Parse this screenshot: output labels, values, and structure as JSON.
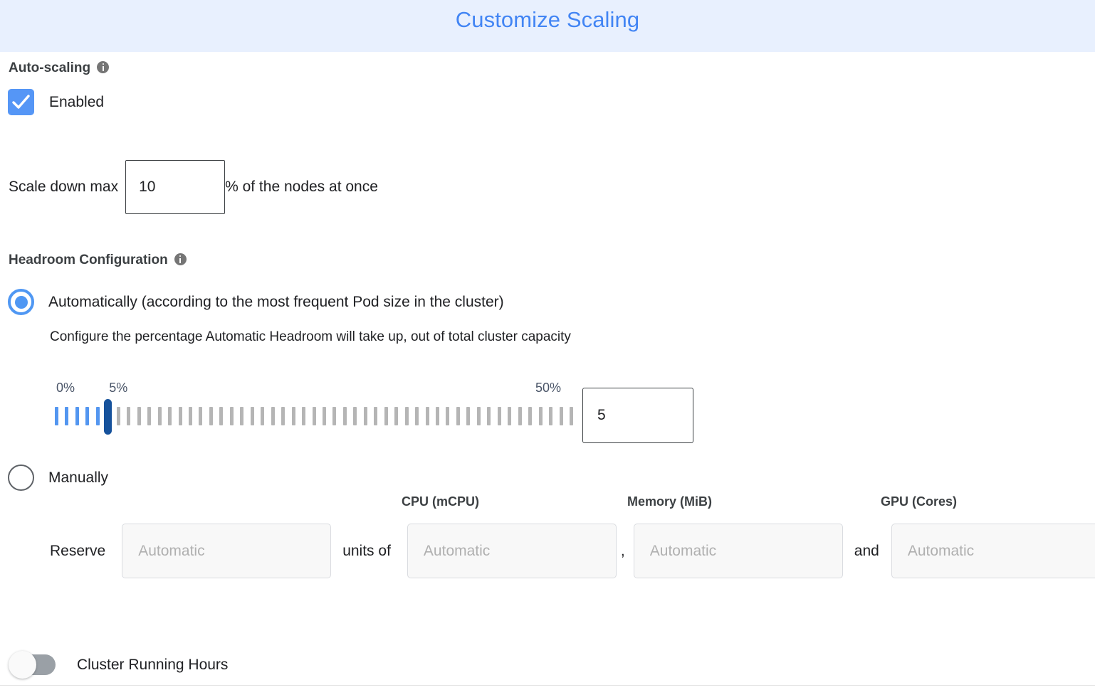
{
  "header": {
    "title": "Customize Scaling",
    "title_color": "#4285f4",
    "band_color": "#e8f0fe"
  },
  "autoscaling": {
    "section_label": "Auto-scaling",
    "info_icon": "info-icon",
    "checkbox": {
      "label": "Enabled",
      "checked": true,
      "color": "#5596f6"
    },
    "scale_down": {
      "prefix_label": "Scale down max",
      "value": "10",
      "suffix_label": "% of the nodes at once"
    }
  },
  "headroom": {
    "section_label": "Headroom Configuration",
    "info_icon": "info-icon",
    "automatic": {
      "radio_label": "Automatically (according to the most frequent Pod size in the cluster)",
      "selected": true,
      "description": "Configure the percentage Automatic Headroom will take up, out of total cluster capacity",
      "accent_color": "#4f97f3"
    },
    "slider": {
      "min_label": "0%",
      "current_label": "5%",
      "max_label": "50%",
      "min": 0,
      "max": 50,
      "value": 5,
      "ticks_total": 51,
      "filled_color": "#5396f0",
      "empty_color": "#b5b5b5",
      "thumb_color": "#16529c"
    },
    "value_input": {
      "value": "5"
    },
    "manual": {
      "radio_label": "Manually",
      "selected": false,
      "reserve_label": "Reserve",
      "reserve_placeholder": "Automatic",
      "units_of_label": "units of",
      "comma_label": ",",
      "and_label": "and",
      "columns": [
        {
          "header": "CPU (mCPU)",
          "placeholder": "Automatic"
        },
        {
          "header": "Memory (MiB)",
          "placeholder": "Automatic"
        },
        {
          "header": "GPU (Cores)",
          "placeholder": "Automatic"
        }
      ]
    }
  },
  "cluster_running_hours": {
    "label": "Cluster Running Hours",
    "enabled": false,
    "off_color": "#9aa0a6"
  }
}
